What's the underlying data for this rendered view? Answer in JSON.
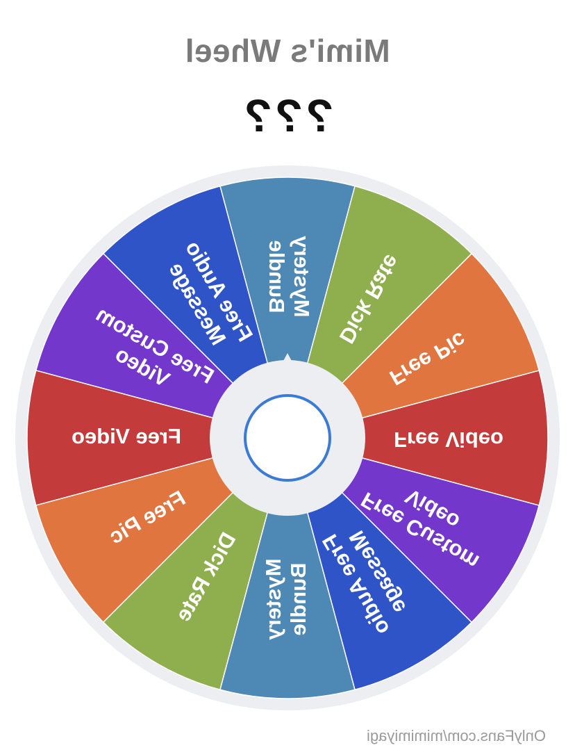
{
  "title": "Mimi's Wheel",
  "result": "???",
  "watermark": "OnlyFans.com/mimimiyagi",
  "colors": {
    "background": "#ffffff",
    "rim": "#eceef1",
    "hub": "#eceef1",
    "hub_ring": "#3b7bd4",
    "title": "#7a7a7a",
    "result": "#111111"
  },
  "wheel": {
    "segments": [
      {
        "label": [
          "Mystery",
          "Bundle"
        ],
        "color": "#4e88b5"
      },
      {
        "label": [
          "Free Audio",
          "Message"
        ],
        "color": "#2f54c8"
      },
      {
        "label": [
          "Free Custom",
          "Video"
        ],
        "color": "#7337cc"
      },
      {
        "label": [
          "Free Video"
        ],
        "color": "#c43b3b"
      },
      {
        "label": [
          "Free Pic"
        ],
        "color": "#e07540"
      },
      {
        "label": [
          "Dick Rate"
        ],
        "color": "#8fae4e"
      },
      {
        "label": [
          "Mystery",
          "Bundle"
        ],
        "color": "#4e88b5"
      },
      {
        "label": [
          "Free Audio",
          "Message"
        ],
        "color": "#2f54c8"
      },
      {
        "label": [
          "Free Custom",
          "Video"
        ],
        "color": "#7337cc"
      },
      {
        "label": [
          "Free Video"
        ],
        "color": "#c43b3b"
      },
      {
        "label": [
          "Free Pic"
        ],
        "color": "#e07540"
      },
      {
        "label": [
          "Dick Rate"
        ],
        "color": "#8fae4e"
      }
    ]
  }
}
